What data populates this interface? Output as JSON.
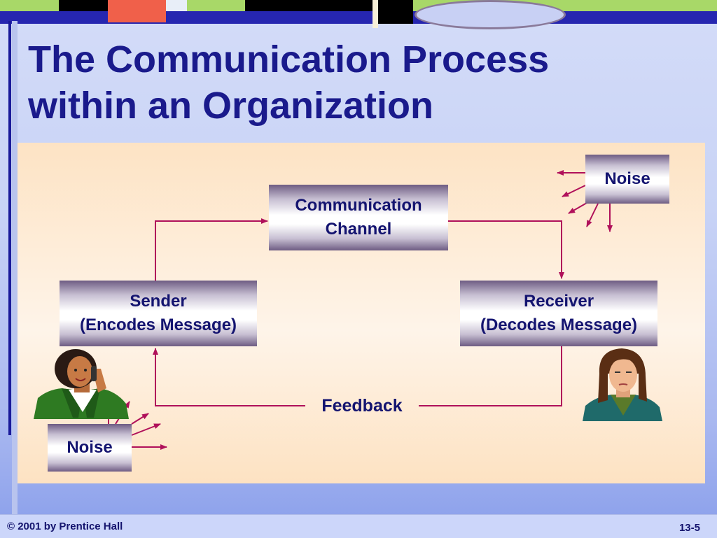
{
  "slide": {
    "title_line1": "The Communication Process",
    "title_line2": "within an Organization"
  },
  "diagram": {
    "channel": {
      "line1": "Communication",
      "line2": "Channel"
    },
    "sender": {
      "line1": "Sender",
      "line2": "(Encodes Message)"
    },
    "receiver": {
      "line1": "Receiver",
      "line2": "(Decodes Message)"
    },
    "noise_top": "Noise",
    "noise_bottom": "Noise",
    "feedback": "Feedback"
  },
  "colors": {
    "title": "#1a1a8c",
    "arrow": "#b0105a",
    "box_dark": "#6e5c83"
  },
  "footer": {
    "copyright": "© 2001 by Prentice Hall",
    "page_number": "13-5"
  }
}
